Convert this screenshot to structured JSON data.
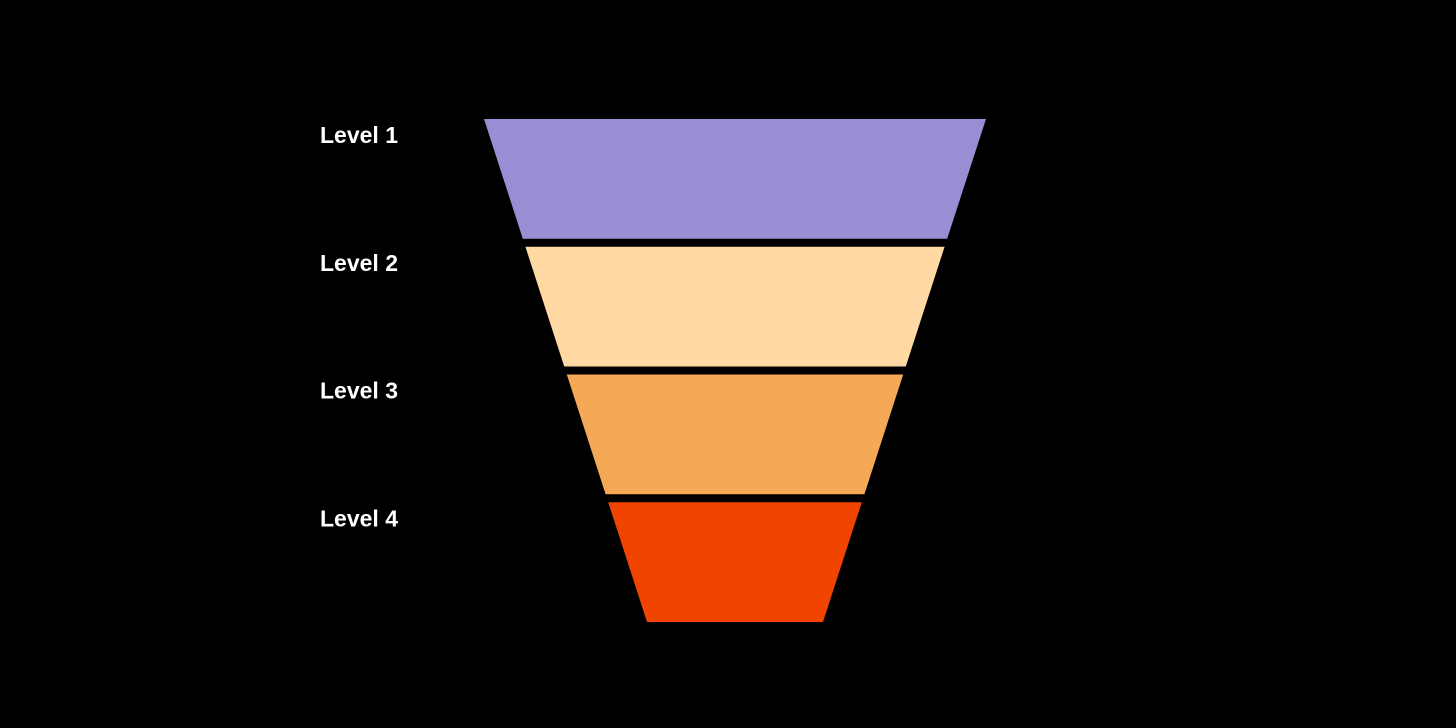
{
  "background_color": "#000000",
  "label_color": "#ffffff",
  "levels": [
    {
      "label": "Level 1",
      "color": "#998ed4"
    },
    {
      "label": "Level 2",
      "color": "#ffd8a3"
    },
    {
      "label": "Level 3",
      "color": "#f5a957"
    },
    {
      "label": "Level 4",
      "color": "#f04400"
    }
  ]
}
